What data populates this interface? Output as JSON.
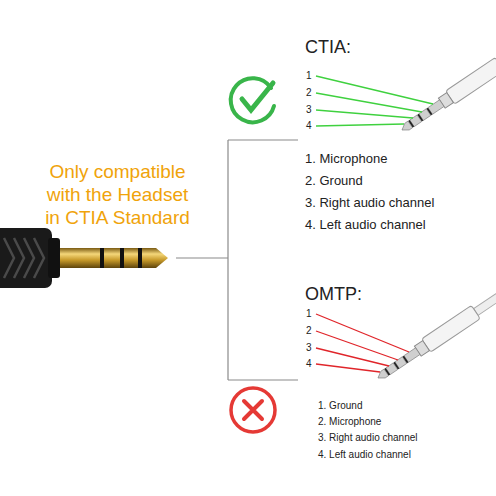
{
  "diagram": {
    "labels": [
      "Only compatible with the Headset in CTIA Standard",
      "CTIA:",
      "1",
      "2",
      "3",
      "4",
      "1. Microphone",
      "2. Ground",
      "3. Right audio channel",
      "4. Left audio channel",
      "OMTP:",
      "1",
      "2",
      "3",
      "4",
      "1. Ground",
      "2. Microphone",
      "3. Right audio channel",
      "4. Left audio channel"
    ]
  }
}
